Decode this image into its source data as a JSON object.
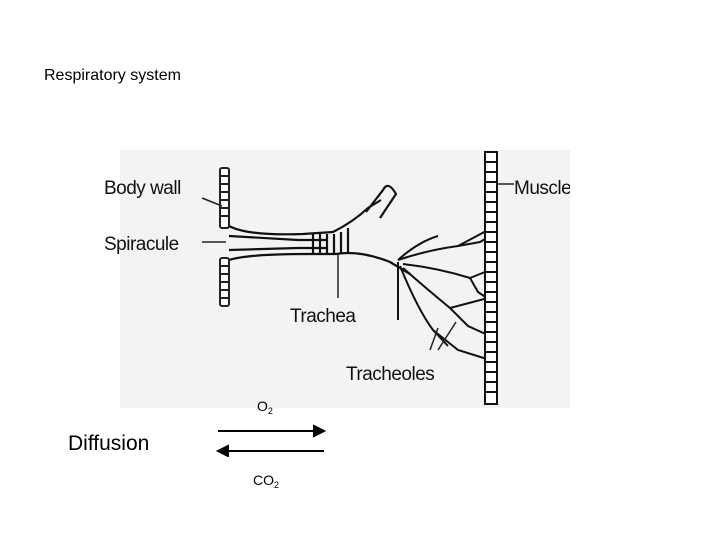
{
  "slide": {
    "title": "Respiratory system",
    "diffusion_label": "Diffusion",
    "o2": {
      "main": "O",
      "sub": "2"
    },
    "co2": {
      "main": "CO",
      "sub": "2"
    }
  },
  "diagram": {
    "labels": {
      "body_wall": "Body wall",
      "spiracule": "Spiracule",
      "trachea": "Trachea",
      "tracheoles": "Tracheoles",
      "muscle": "Muscle"
    }
  }
}
